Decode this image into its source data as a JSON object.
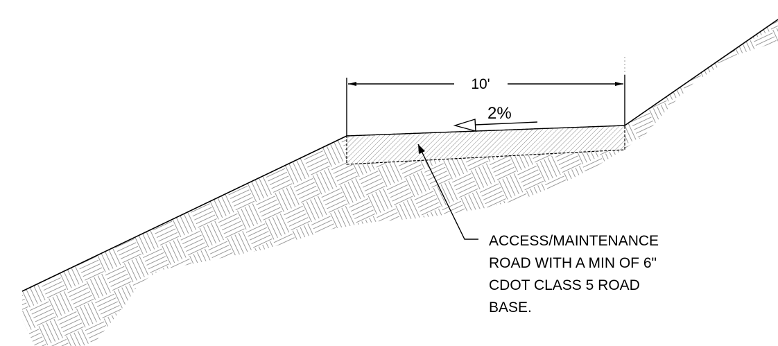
{
  "dimension": {
    "label": "10'"
  },
  "slope": {
    "label": "2%"
  },
  "callout": {
    "lines": [
      "ACCESS/MAINTENANCE",
      "ROAD WITH A MIN OF 6\"",
      "CDOT CLASS 5 ROAD",
      "BASE."
    ]
  }
}
